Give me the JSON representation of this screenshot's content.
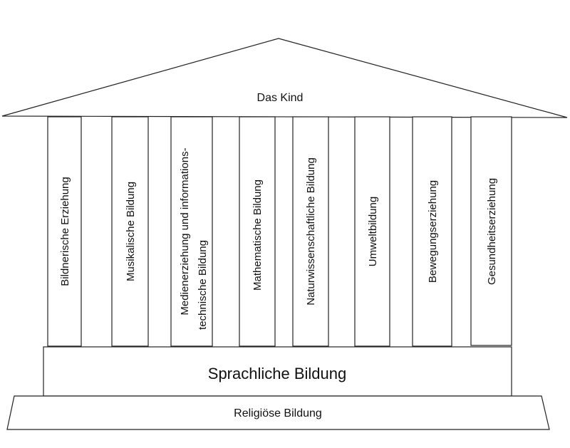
{
  "roof": {
    "label": "Das Kind"
  },
  "pillars": [
    {
      "label": "Bildnerische  Erziehung"
    },
    {
      "label": "Musikalische Bildung"
    },
    {
      "line1": "Medienerziehung und informations-",
      "line2": "technische Bildung"
    },
    {
      "label": "Mathematische Bildung"
    },
    {
      "label": "Naturwissenschaftliche Bildung"
    },
    {
      "label": "Umweltbildung"
    },
    {
      "label": "Bewegungserziehung"
    },
    {
      "label": "Gesundheitserziehung"
    }
  ],
  "foundation": {
    "label": "Sprachliche Bildung"
  },
  "base": {
    "label": "Religiöse Bildung"
  }
}
